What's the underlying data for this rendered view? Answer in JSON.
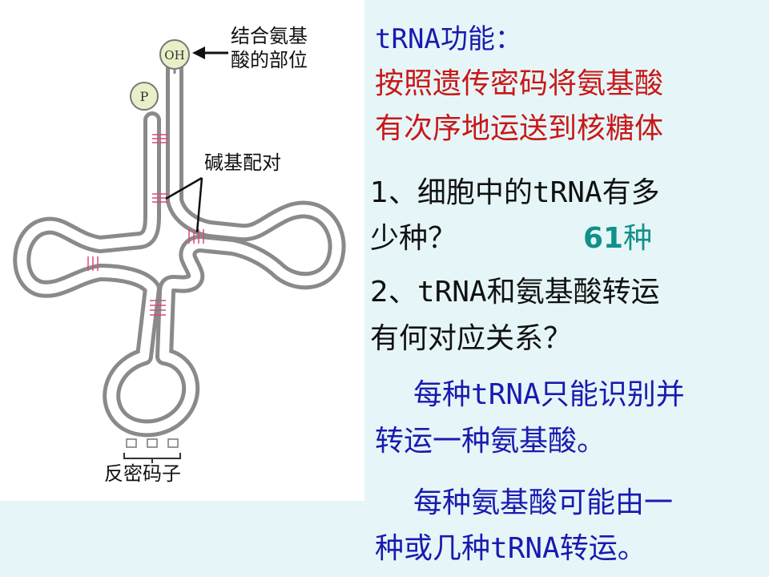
{
  "diagram": {
    "oh_label": "OH",
    "p_label": "P",
    "label_binding_site_line1": "结合氨基",
    "label_binding_site_line2": "酸的部位",
    "label_base_pairing": "碱基配对",
    "label_anticodon": "反密码子"
  },
  "function": {
    "title_prefix": "tRNA",
    "title_suffix": "功能：",
    "line1": "按照遗传密码将氨基酸",
    "line2": "有次序地运送到核糖体"
  },
  "question1": {
    "line1_prefix": "1、细胞中的",
    "line1_mono": "tRNA",
    "line1_suffix": "有多",
    "line2": "少种？",
    "answer_number": "61",
    "answer_unit": "种"
  },
  "question2": {
    "line1_prefix": "2、",
    "line1_mono": "tRNA",
    "line1_suffix": "和氨基酸转运",
    "line2": "有何对应关系？"
  },
  "answer1": {
    "line1_prefix": "每种",
    "line1_mono": "tRNA",
    "line1_suffix": "只能识别并",
    "line2": "转运一种氨基酸。"
  },
  "answer2": {
    "line1": "每种氨基酸可能由一",
    "line2_prefix": "种或几种",
    "line2_mono": "tRNA",
    "line2_suffix": "转运。"
  },
  "colors": {
    "background": "#e6f6f8",
    "title_blue": "#1a1ab0",
    "function_red": "#c81818",
    "answer_teal": "#10908a",
    "strand_outline": "#8a8a8a",
    "base_pair_pink": "#d84a7a"
  }
}
